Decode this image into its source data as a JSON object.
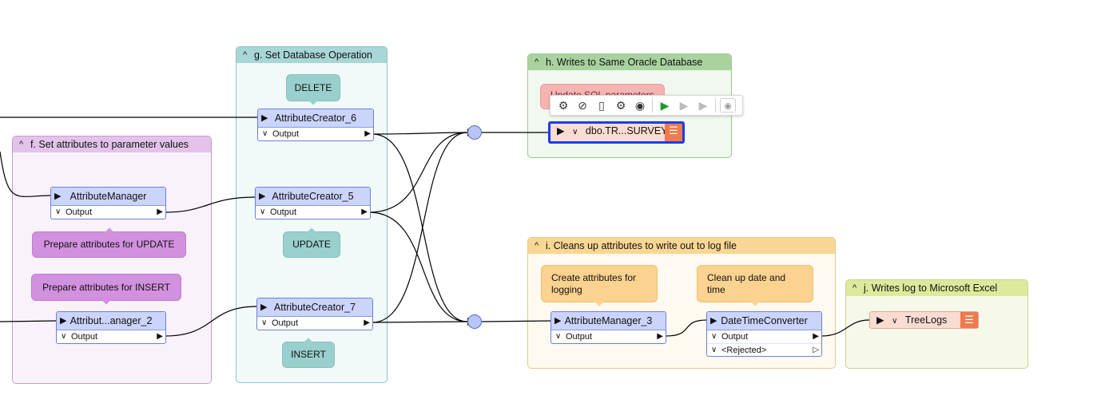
{
  "bookmarks": {
    "f": {
      "title": "f. Set attributes to parameter values",
      "caret": "^"
    },
    "g": {
      "title": "g. Set Database Operation",
      "caret": "^"
    },
    "h": {
      "title": "h. Writes to Same Oracle Database",
      "caret": "^"
    },
    "i": {
      "title": "i. Cleans up attributes to write out to log file",
      "caret": "^"
    },
    "j": {
      "title": "j. Writes log to Microsoft Excel",
      "caret": "^"
    }
  },
  "annotations": {
    "delete": "DELETE",
    "update": "UPDATE",
    "insert": "INSERT",
    "prep_update": "Prepare attributes for UPDATE",
    "prep_insert": "Prepare attributes for INSERT",
    "update_sql": "Update SQL parameters",
    "create_logging": "Create attributes for logging",
    "cleanup_date": "Clean up date and time"
  },
  "transformers": {
    "attribute_manager": {
      "name": "AttributeManager",
      "port": "Output"
    },
    "attribute_manager_2": {
      "name": "Attribut...anager_2",
      "port": "Output"
    },
    "attribute_creator_6": {
      "name": "AttributeCreator_6",
      "port": "Output"
    },
    "attribute_creator_5": {
      "name": "AttributeCreator_5",
      "port": "Output"
    },
    "attribute_creator_7": {
      "name": "AttributeCreator_7",
      "port": "Output"
    },
    "attribute_manager_3": {
      "name": "AttributeManager_3",
      "port": "Output"
    },
    "datetime_converter": {
      "name": "DateTimeConverter",
      "port": "Output",
      "rejected_port": "<Rejected>"
    }
  },
  "writers": {
    "survey": {
      "name": "dbo.TR...SURVEY",
      "icon": "layers-icon"
    },
    "treelogs": {
      "name": "TreeLogs",
      "icon": "layers-icon"
    }
  },
  "toolbar": {
    "buttons": [
      "gear-icon",
      "disable-icon",
      "database-icon",
      "database-settings-icon",
      "database-view-icon",
      "run-to-here-icon",
      "run-from-here-icon",
      "run-only-icon",
      "visibility-icon"
    ]
  },
  "colors": {
    "transformer_header": "#cbd4fb",
    "transformer_border": "#6c7fd8",
    "writer_fill": "#fbdcd2",
    "writer_icon": "#ef7a4d",
    "selected_outline": "#1a3df0",
    "connection": "#000000"
  }
}
